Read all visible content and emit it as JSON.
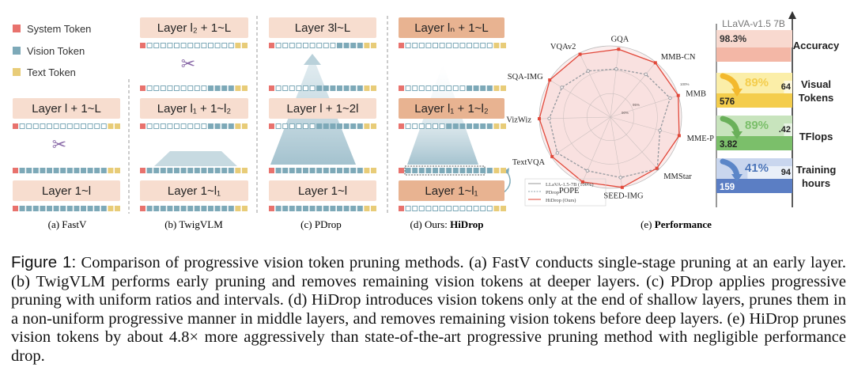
{
  "legend": {
    "system": "System Token",
    "vision": "Vision Token",
    "text": "Text Token"
  },
  "panels": {
    "a": {
      "top": "Layer l + 1~L",
      "bottom": "Layer 1~l",
      "caption": "(a) FastV"
    },
    "b": {
      "top": "Layer l₂ + 1~L",
      "mid": "Layer l₁ + 1~l₂",
      "bottom": "Layer 1~l₁",
      "caption": "(b) TwigVLM"
    },
    "c": {
      "top": "Layer 3l~L",
      "mid": "Layer l + 1~2l",
      "bottom": "Layer 1~l",
      "caption": "(c) PDrop"
    },
    "d": {
      "top": "Layer lₙ + 1~L",
      "mid": "Layer l₁ + 1~l₂",
      "bottom": "Layer 1~l₁",
      "caption_prefix": "(d) Ours: ",
      "caption_name": "HiDrop"
    }
  },
  "radar": {
    "axes": [
      "GQA",
      "MMB-CN",
      "MMB",
      "MME-P",
      "MMStar",
      "SEED-IMG",
      "POPE",
      "TextVQA",
      "VizWiz",
      "SQA-IMG",
      "VQAv2"
    ],
    "ring_labels": [
      "100%",
      "95%",
      "90%"
    ],
    "legend": [
      "LLaVA-1.5-7B (100%)",
      "PDrop",
      "HiDrop (Ours)"
    ]
  },
  "performance": {
    "model": "LLaVA-v1.5 7B",
    "caption_prefix": "(e) ",
    "caption_name": "Performance",
    "metrics": [
      {
        "name": "Accuracy",
        "bar_value": "98.3%",
        "fill": 0.983
      },
      {
        "name": "Visual Tokens",
        "pct": "89%",
        "reduced": "64",
        "full": "576",
        "fill": 0.111
      },
      {
        "name": "TFlops",
        "pct": "89%",
        "reduced": ".42",
        "full": "3.82",
        "fill": 0.11
      },
      {
        "name": "Training hours",
        "pct": "41%",
        "reduced": "94",
        "full": "159",
        "fill": 0.59
      }
    ]
  },
  "caption": {
    "label": "Figure 1:",
    "text": " Comparison of progressive vision token pruning methods. (a) FastV conducts single-stage pruning at an early layer. (b) TwigVLM performs early pruning and removes remaining vision tokens at deeper layers. (c) PDrop applies progressive pruning with uniform ratios and intervals. (d) HiDrop introduces vision tokens only at the end of shallow layers, prunes them in a non-uniform progressive manner in middle layers, and removes remaining vision tokens before deep layers. (e) HiDrop prunes vision tokens by about 4.8× more aggressively than state-of-the-art progressive pruning method with negligible performance drop."
  },
  "colors": {
    "system": "#e8726d",
    "vision": "#7da9b8",
    "text": "#e8cc78",
    "layer": "#f7ddcf",
    "layer_dark": "#e8b391",
    "pdrop": "#8fa0a8",
    "hidrop": "#e2483a"
  }
}
